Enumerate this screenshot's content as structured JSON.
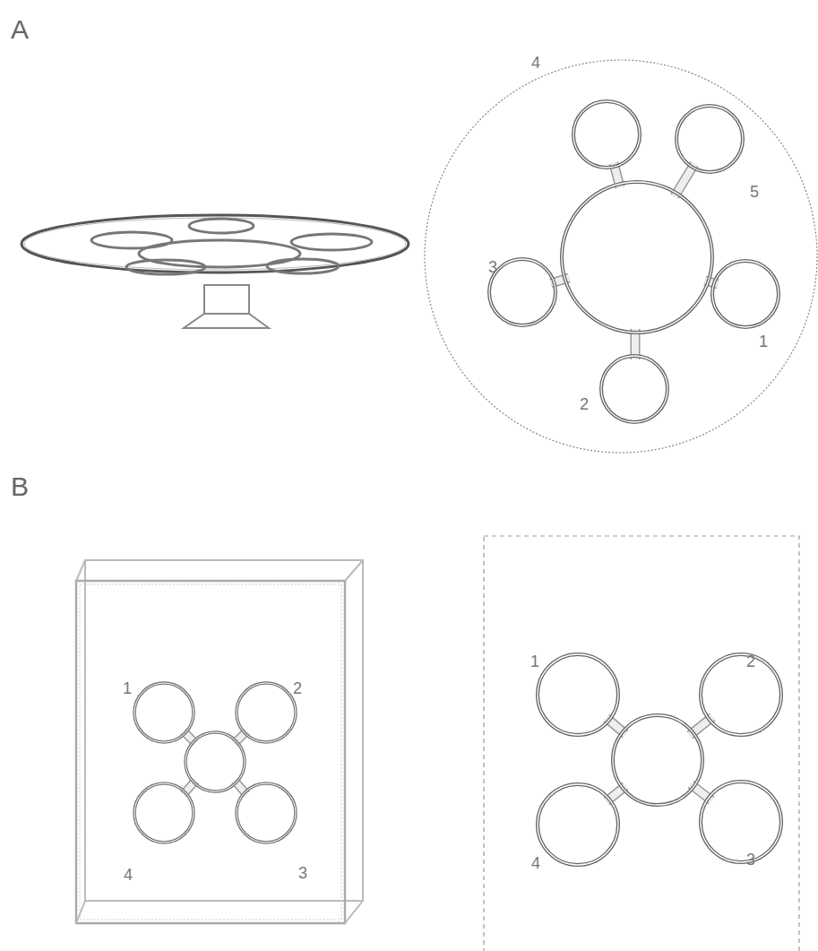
{
  "diagram": {
    "labels": [
      "A",
      "4",
      "5",
      "3",
      "1",
      "2",
      "B",
      "1",
      "2",
      "1",
      "2",
      "4",
      "3",
      "4",
      "3"
    ]
  }
}
